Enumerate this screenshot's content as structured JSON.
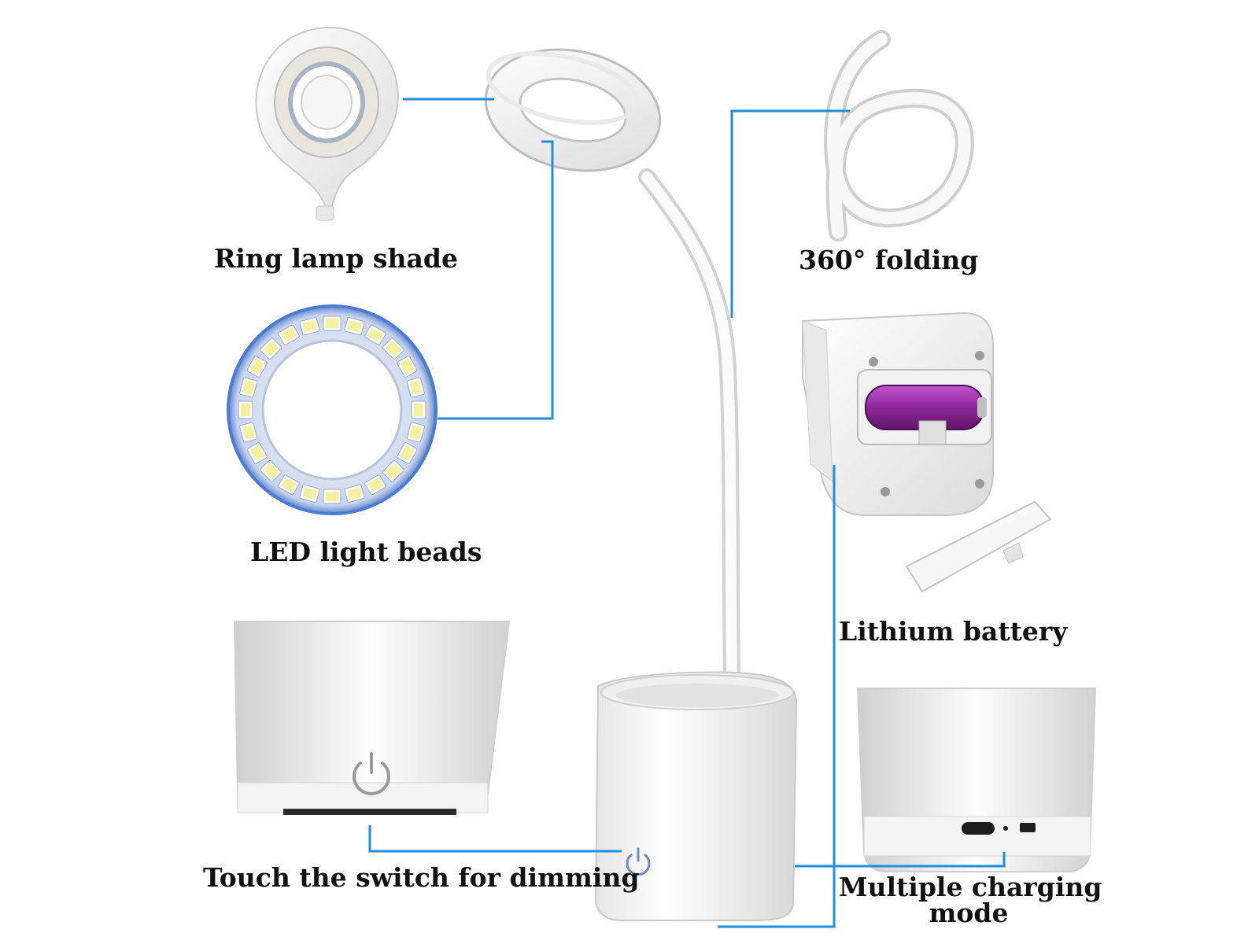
{
  "labels": {
    "ring_lamp_shade": "Ring lamp shade",
    "folding": "360° folding",
    "led_beads": "LED light beads",
    "lithium_battery": "Lithium battery",
    "touch_switch": "Touch the switch for dimming",
    "charging_line1": "Multiple charging",
    "charging_line2": "mode"
  },
  "colors": {
    "leader_line": "#1e8fe0",
    "label_text": "#111111",
    "battery": "#9a2fa8",
    "led_ring": "#b9c9e9",
    "led_bead": "#f3f0a0"
  },
  "led_bead_count": 24
}
